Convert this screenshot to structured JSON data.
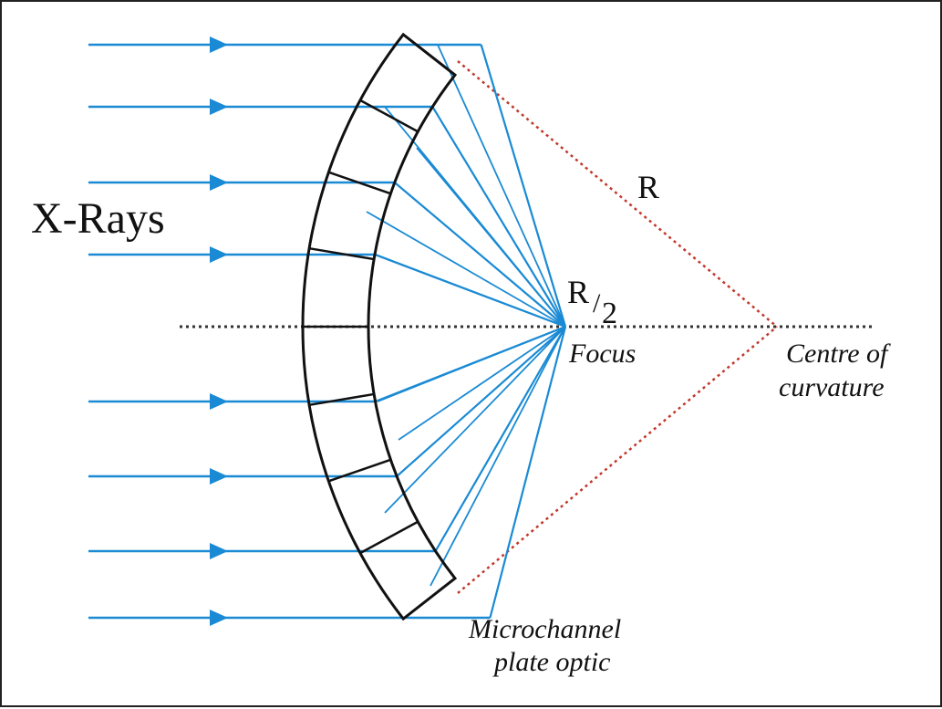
{
  "labels": {
    "xrays": "X-Rays",
    "r": "R",
    "r_half_main": "R",
    "r_half_slash": "/",
    "r_half_den": "2",
    "focus": "Focus",
    "centre_line1": "Centre of",
    "centre_line2": "curvature",
    "optic_line1": "Microchannel",
    "optic_line2": "plate optic"
  },
  "colors": {
    "ray": "#1a8ad4",
    "ray_dark": "#1f6fb8",
    "radius": "#c0392b",
    "axis": "#333333",
    "optic": "#111111"
  },
  "incoming_rays": 8,
  "optic_segments": 8
}
